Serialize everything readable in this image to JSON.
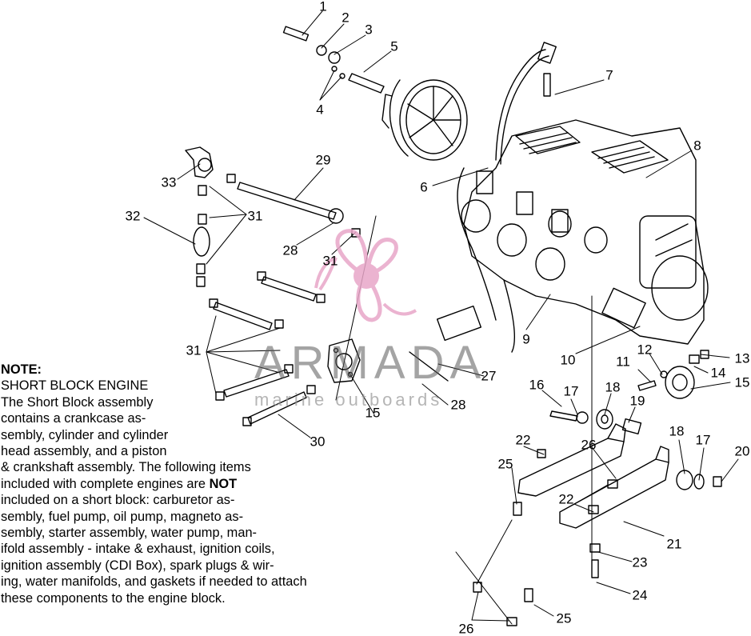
{
  "note": {
    "heading": "NOTE:",
    "lines": [
      {
        "text": "SHORT BLOCK ENGINE"
      },
      {
        "text": "The Short Block assembly"
      },
      {
        "text": "contains a crankcase as-"
      },
      {
        "text": "sembly, cylinder and cylinder"
      },
      {
        "text": "head assembly, and a piston"
      },
      {
        "text": "& crankshaft assembly.  The following items"
      },
      {
        "pre": "included with complete engines are ",
        "bold": "NOT"
      },
      {
        "text": "included on a short block:  carburetor as-"
      },
      {
        "text": "sembly, fuel pump, oil pump, magneto as-"
      },
      {
        "text": "sembly, starter assembly, water pump, man-"
      },
      {
        "text": "ifold assembly - intake & exhaust, ignition coils,"
      },
      {
        "text": "ignition assembly (CDI Box), spark plugs & wir-"
      },
      {
        "text": "ing, water manifolds, and gaskets if needed to attach"
      },
      {
        "text": "these components to the engine block."
      }
    ]
  },
  "watermark": {
    "brand": "ARMADA",
    "tagline": "marine outboards",
    "logo_color": "#e8a6c8"
  },
  "callouts": [
    {
      "label": "1"
    },
    {
      "label": "2"
    },
    {
      "label": "3"
    },
    {
      "label": "4"
    },
    {
      "label": "5"
    },
    {
      "label": "7"
    },
    {
      "label": "6"
    },
    {
      "label": "8"
    },
    {
      "label": "29"
    },
    {
      "label": "33"
    },
    {
      "label": "31"
    },
    {
      "label": "32"
    },
    {
      "label": "28"
    },
    {
      "label": "31"
    },
    {
      "label": "9"
    },
    {
      "label": "10"
    },
    {
      "label": "11"
    },
    {
      "label": "12"
    },
    {
      "label": "13"
    },
    {
      "label": "14"
    },
    {
      "label": "15"
    },
    {
      "label": "31"
    },
    {
      "label": "27"
    },
    {
      "label": "28"
    },
    {
      "label": "15"
    },
    {
      "label": "30"
    },
    {
      "label": "16"
    },
    {
      "label": "17"
    },
    {
      "label": "18"
    },
    {
      "label": "19"
    },
    {
      "label": "22"
    },
    {
      "label": "26"
    },
    {
      "label": "25"
    },
    {
      "label": "18"
    },
    {
      "label": "17"
    },
    {
      "label": "20"
    },
    {
      "label": "22"
    },
    {
      "label": "21"
    },
    {
      "label": "23"
    },
    {
      "label": "24"
    },
    {
      "label": "25"
    },
    {
      "label": "26"
    }
  ]
}
